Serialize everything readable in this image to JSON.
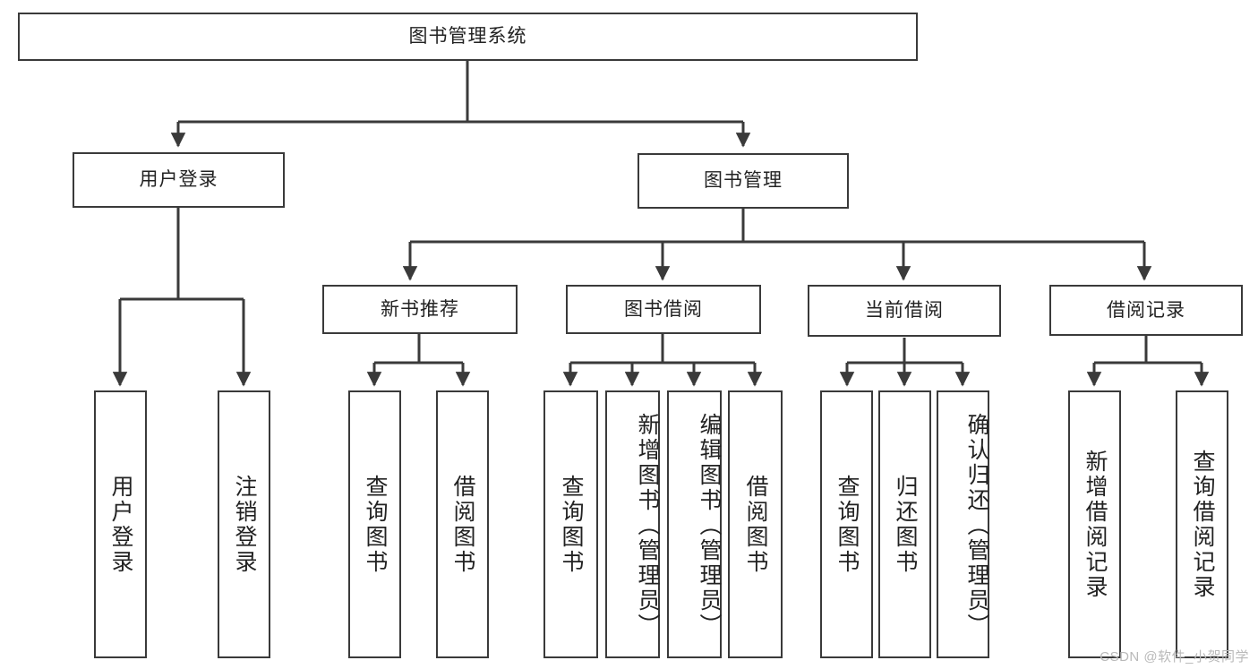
{
  "diagram": {
    "title": "图书管理系统",
    "type": "tree-hierarchy-chart",
    "watermark": "CSDN @软件_小贺同学",
    "colors": {
      "stroke": "#3a3a3a",
      "fill": "#ffffff",
      "text": "#222222",
      "watermark": "#b9b9b9"
    },
    "root": {
      "label": "图书管理系统"
    },
    "level2": [
      {
        "label": "用户登录"
      },
      {
        "label": "图书管理"
      }
    ],
    "level3": [
      {
        "label": "新书推荐"
      },
      {
        "label": "图书借阅"
      },
      {
        "label": "当前借阅"
      },
      {
        "label": "借阅记录"
      }
    ],
    "leaves": {
      "user_login": [
        {
          "label": "用户登录"
        },
        {
          "label": "注销登录"
        }
      ],
      "new_book_recommend": [
        {
          "label": "查询图书"
        },
        {
          "label": "借阅图书"
        }
      ],
      "book_borrow": [
        {
          "label": "查询图书"
        },
        {
          "label": "新增图书（管理员）"
        },
        {
          "label": "编辑图书（管理员）"
        },
        {
          "label": "借阅图书"
        }
      ],
      "current_borrow": [
        {
          "label": "查询图书"
        },
        {
          "label": "归还图书"
        },
        {
          "label": "确认归还（管理员）"
        }
      ],
      "borrow_record": [
        {
          "label": "新增借阅记录"
        },
        {
          "label": "查询借阅记录"
        }
      ]
    }
  }
}
